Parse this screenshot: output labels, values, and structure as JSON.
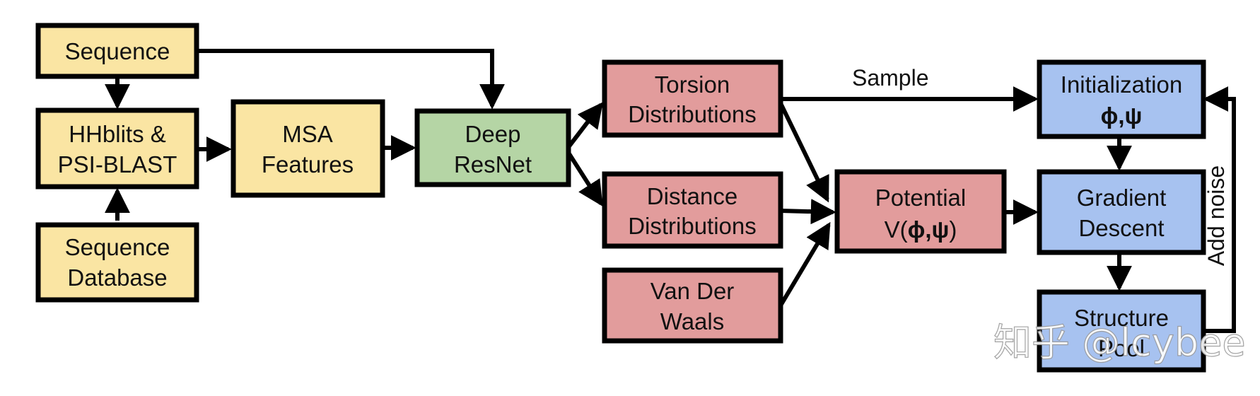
{
  "colors": {
    "yellow": "#fae5a3",
    "green": "#b5d5a5",
    "red": "#e29c9c",
    "blue": "#a7c2f0",
    "stroke": "#000000"
  },
  "nodes": {
    "sequence": [
      "Sequence"
    ],
    "hhblits": [
      "HHblits &",
      "PSI-BLAST"
    ],
    "seqdb": [
      "Sequence",
      "Database"
    ],
    "msa": [
      "MSA",
      "Features"
    ],
    "resnet": [
      "Deep",
      "ResNet"
    ],
    "torsion": [
      "Torsion",
      "Distributions"
    ],
    "distance": [
      "Distance",
      "Distributions"
    ],
    "vdw": [
      "Van Der",
      "Waals"
    ],
    "potential": [
      "Potential"
    ],
    "potential_formula": {
      "pre": "V(",
      "sym": "ϕ,ψ",
      "post": ")"
    },
    "init": [
      "Initialization"
    ],
    "init_formula": "ϕ,ψ",
    "gradient": [
      "Gradient",
      "Descent"
    ],
    "structure": [
      "Structure",
      "Pool"
    ]
  },
  "edge_labels": {
    "sample": "Sample",
    "add_noise": "Add noise"
  },
  "watermark": "知乎 @lcybee"
}
